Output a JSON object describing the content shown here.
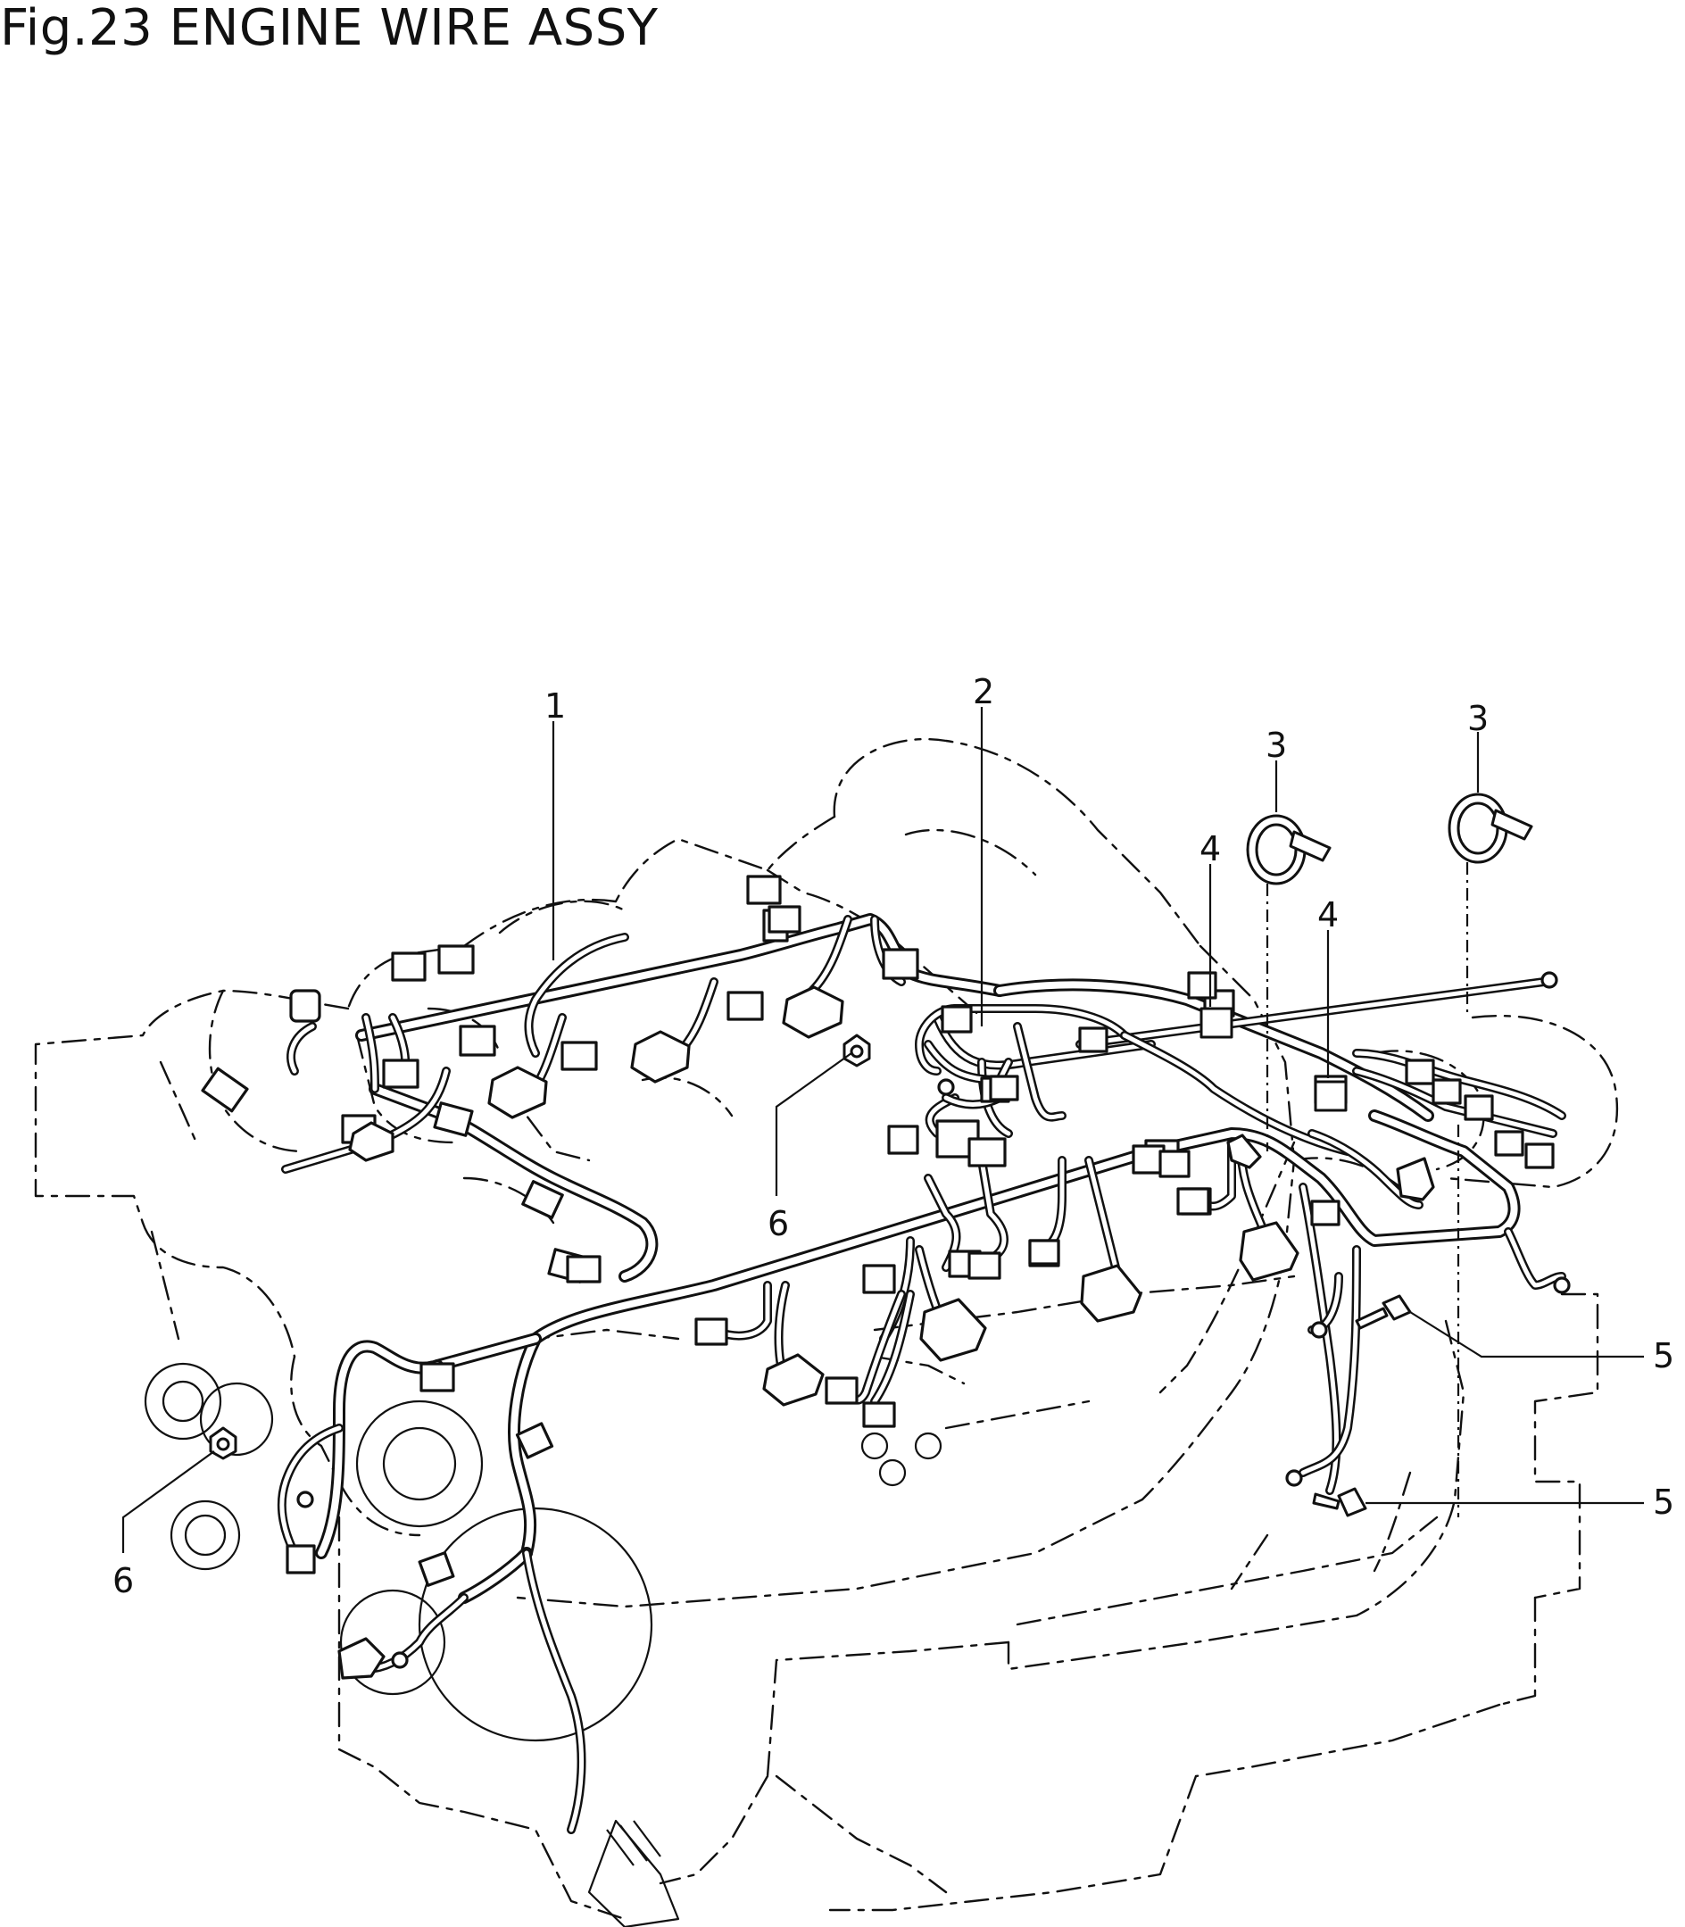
{
  "figure": {
    "title": "Fig.23 ENGINE WIRE ASSY"
  },
  "callouts": {
    "c1": "1",
    "c2": "2",
    "c3a": "3",
    "c3b": "3",
    "c4a": "4",
    "c4b": "4",
    "c5a": "5",
    "c5b": "5",
    "c6a": "6",
    "c6b": "6"
  }
}
